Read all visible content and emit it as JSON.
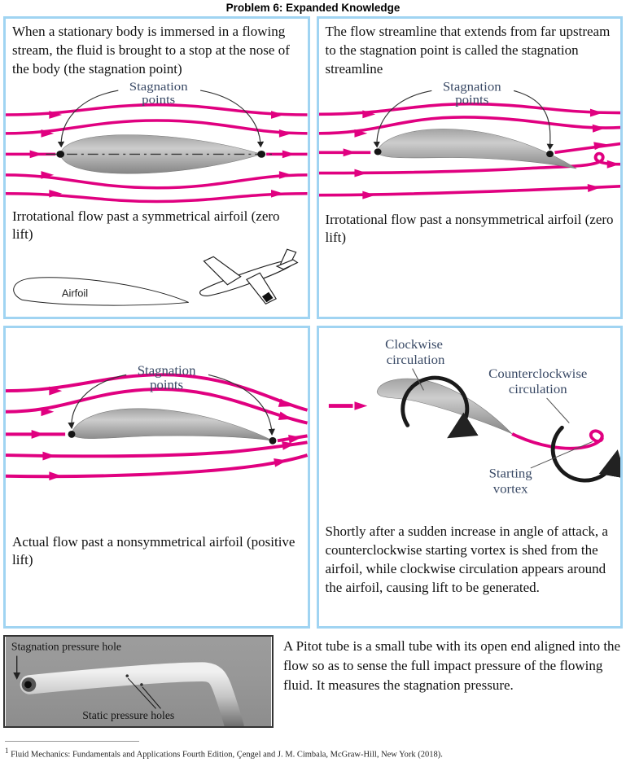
{
  "title": "Problem 6: Expanded Knowledge",
  "colors": {
    "panel_border": "#a0d4f2",
    "streamline": "#e00080",
    "diagram_label": "#3a4a66"
  },
  "panel1": {
    "text": "When a stationary body is immersed in a flowing stream, the fluid is brought to a stop at the nose of the body (the stagnation point)",
    "stagnation_label": [
      "Stagnation",
      "points"
    ],
    "caption": "Irrotational flow past a symmetrical airfoil (zero lift)",
    "airfoil_label": "Airfoil"
  },
  "panel2": {
    "text": "The flow streamline that extends from far upstream to the stagnation point is called the stagnation streamline",
    "stagnation_label": [
      "Stagnation",
      "points"
    ],
    "caption": "Irrotational flow past a nonsymmetrical airfoil (zero lift)"
  },
  "panel3": {
    "stagnation_label": [
      "Stagnation",
      "points"
    ],
    "caption": "Actual flow past a nonsymmetrical airfoil (positive lift)"
  },
  "panel4": {
    "clockwise_label": [
      "Clockwise",
      "circulation"
    ],
    "counterclockwise_label": [
      "Counterclockwise",
      "circulation"
    ],
    "starting_vortex_label": [
      "Starting",
      "vortex"
    ],
    "text": "Shortly after a sudden increase in angle of attack, a counterclockwise starting vortex is shed from the airfoil, while clockwise circulation appears around the airfoil, causing lift to be generated."
  },
  "pitot": {
    "stagnation_hole_label": "Stagnation pressure hole",
    "static_holes_label": "Static pressure holes",
    "text": "A Pitot tube is a small tube with its open end aligned into the flow so as to sense the full impact pressure of the flowing fluid. It measures the stagnation pressure."
  },
  "footnote": {
    "marker": "1",
    "text": "Fluid Mechanics: Fundamentals and Applications Fourth Edition, Çengel and J. M. Cimbala, McGraw-Hill, New York (2018)."
  }
}
